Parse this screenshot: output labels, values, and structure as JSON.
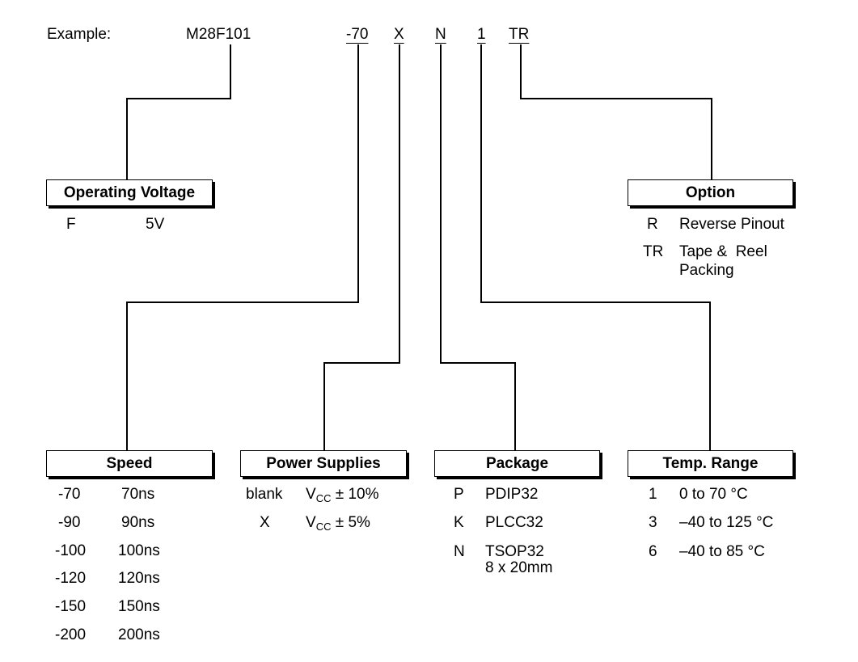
{
  "example": {
    "label": "Example:",
    "part": "M28F101",
    "codes": [
      "-70",
      "X",
      "N",
      "1",
      "TR"
    ]
  },
  "operating_voltage": {
    "title": "Operating Voltage",
    "rows": [
      {
        "code": "F",
        "value": "5V"
      }
    ]
  },
  "option": {
    "title": "Option",
    "rows": [
      {
        "code": "R",
        "value": "Reverse Pinout"
      },
      {
        "code": "TR",
        "value": "Tape &  Reel",
        "value2": "Packing"
      }
    ]
  },
  "speed": {
    "title": "Speed",
    "rows": [
      {
        "code": "-70",
        "value": "70ns"
      },
      {
        "code": "-90",
        "value": "90ns"
      },
      {
        "code": "-100",
        "value": "100ns"
      },
      {
        "code": "-120",
        "value": "120ns"
      },
      {
        "code": "-150",
        "value": "150ns"
      },
      {
        "code": "-200",
        "value": "200ns"
      }
    ]
  },
  "power_supplies": {
    "title": "Power Supplies",
    "rows": [
      {
        "code": "blank",
        "v": "V",
        "sub": "CC",
        "tol": " ± 10%"
      },
      {
        "code": "X",
        "v": "V",
        "sub": "CC",
        "tol": " ± 5%"
      }
    ]
  },
  "package": {
    "title": "Package",
    "rows": [
      {
        "code": "P",
        "value": "PDIP32"
      },
      {
        "code": "K",
        "value": "PLCC32"
      },
      {
        "code": "N",
        "value": "TSOP32",
        "value2": "8 x 20mm"
      }
    ]
  },
  "temp_range": {
    "title": "Temp. Range",
    "rows": [
      {
        "code": "1",
        "value": "0 to 70 °C"
      },
      {
        "code": "3",
        "value": "–40 to 125 °C"
      },
      {
        "code": "6",
        "value": "–40 to 85 °C"
      }
    ]
  }
}
